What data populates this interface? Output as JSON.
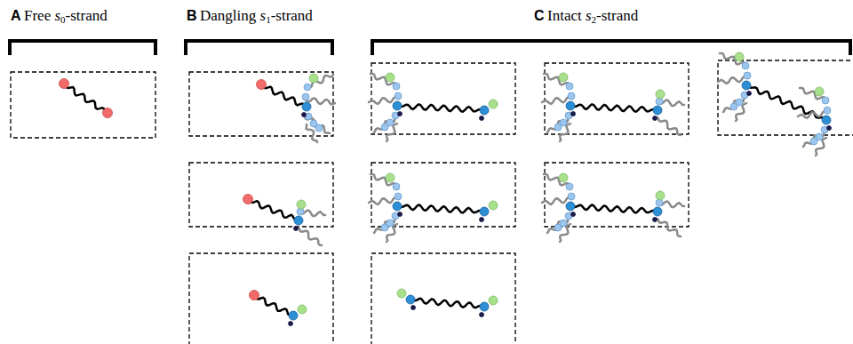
{
  "diagram": {
    "labels": [
      "A",
      "Free s0-strand",
      "B",
      "Dangling s1-strand",
      "C",
      "Intact s2-strand"
    ]
  }
}
